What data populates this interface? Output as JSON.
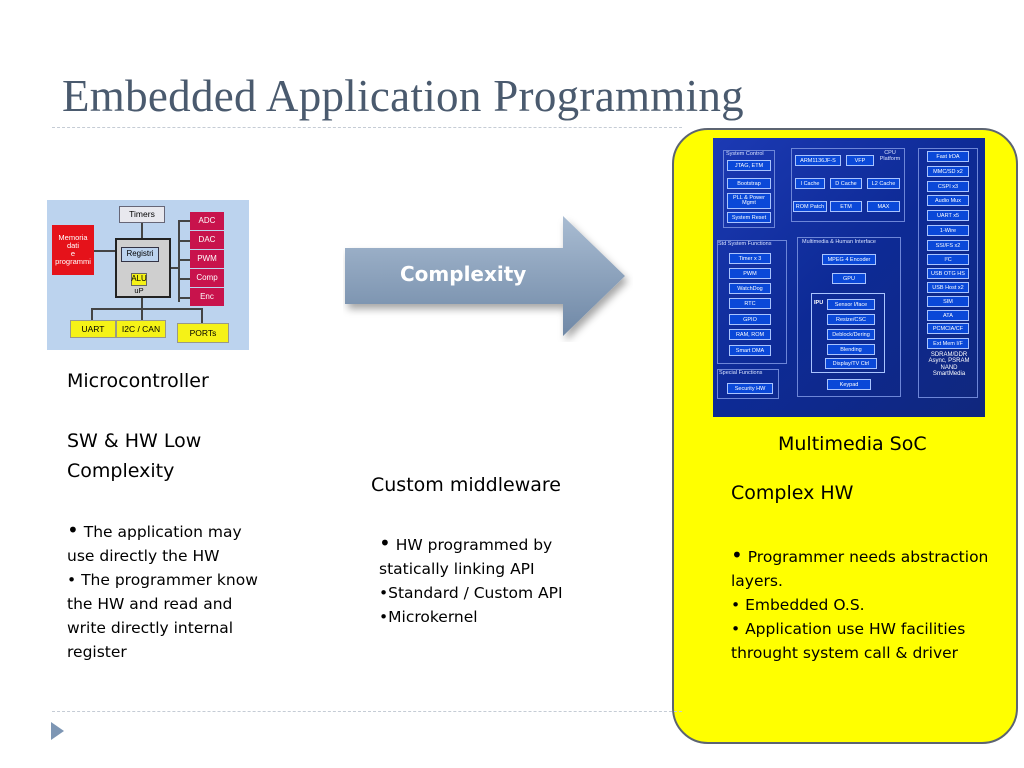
{
  "slide": {
    "title": "Embedded Application Programming"
  },
  "microcontroller": {
    "diagram": {
      "timers": "Timers",
      "memoria": [
        "Memoria",
        "dati",
        "e",
        "programmi"
      ],
      "registri": "Registri",
      "alu": "ALU",
      "up": "uP",
      "peripherals": [
        "ADC",
        "DAC",
        "PWM",
        "Comp",
        "Enc"
      ],
      "uart": "UART",
      "i2c": "I2C / CAN",
      "ports": "PORTs"
    },
    "label": "Microcontroller",
    "complexity": "SW & HW Low Complexity",
    "bullets": [
      "The application may use directly the HW",
      "• The programmer know the HW and read and write directly internal register"
    ]
  },
  "arrow": {
    "label": "Complexity",
    "color_light": "#a9bcd2",
    "color_dark": "#6f88a6"
  },
  "middleware": {
    "label": "Custom middleware",
    "bullets": [
      "HW programmed by statically linking API",
      "•Standard / Custom API",
      "•Microkernel"
    ]
  },
  "soc": {
    "panel_color": "#ffff00",
    "diagram": {
      "system_control": {
        "header": "System Control",
        "items": [
          "JTAG, ETM",
          "Bootstrap",
          "PLL & Power Mgmt",
          "System Reset"
        ]
      },
      "cpu": {
        "header": "CPU Platform",
        "items": [
          "ARM1136JF-S",
          "VFP",
          "I Cache",
          "D Cache",
          "L2 Cache",
          "ROM Patch",
          "ETM",
          "MAX"
        ]
      },
      "std_system": {
        "header": "Std System Functions",
        "items": [
          "Timer x 3",
          "PWM",
          "WatchDog",
          "RTC",
          "GPIO",
          "RAM, ROM",
          "Smart DMA"
        ]
      },
      "multimedia": {
        "header": "Multimedia & Human Interface",
        "items": [
          "MPEG 4 Encoder",
          "GPU",
          "IPU",
          "Sensor I/face",
          "Resize/CSC",
          "Deblock/Dering",
          "Blending",
          "Display/TV Ctrl",
          "Keypad"
        ]
      },
      "special": {
        "header": "Special Functions",
        "items": [
          "Security HW"
        ]
      },
      "connectivity": {
        "items": [
          "Fast IrDA",
          "MMC/SD x2",
          "CSPI x3",
          "Audio Mux",
          "UART x5",
          "1-Wire",
          "SSI/FS x2",
          "I²C",
          "USB OTG HS",
          "USB Host x2",
          "SIM",
          "ATA",
          "PCMCIA/CF",
          "Ext Mem I/F"
        ],
        "memory_text": [
          "SDRAM/DDR",
          "Async, PSRAM",
          "NAND",
          "SmartMedia"
        ]
      }
    },
    "label": "Multimedia SoC",
    "complexity": "Complex HW",
    "bullets": [
      "Programmer needs abstraction layers.",
      "• Embedded O.S.",
      "• Application use HW facilities throught system call & driver"
    ]
  }
}
